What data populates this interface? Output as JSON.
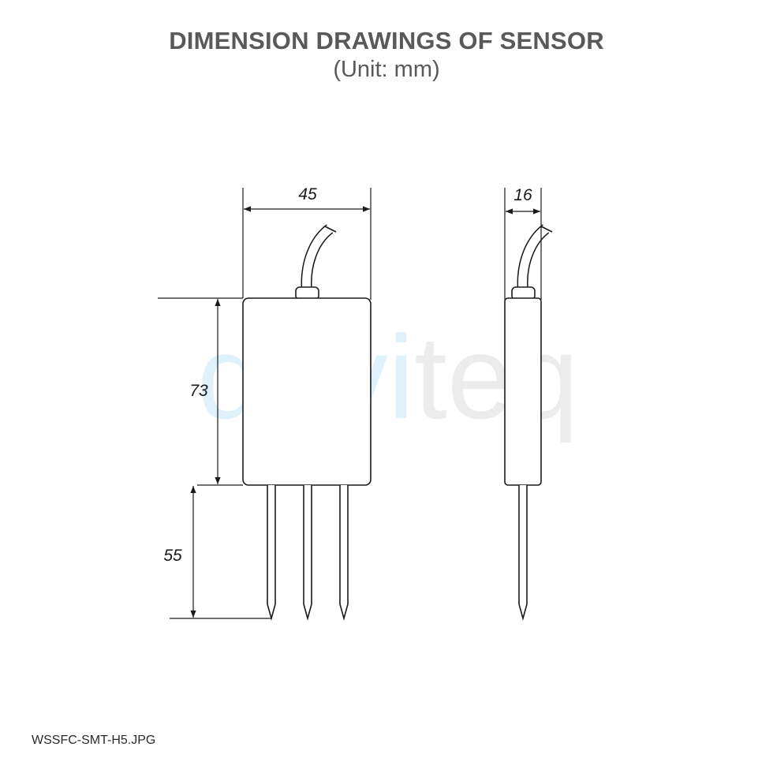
{
  "header": {
    "title": "DIMENSION DRAWINGS OF SENSOR",
    "subtitle": "(Unit: mm)"
  },
  "dimensions": {
    "width": "45",
    "thickness": "16",
    "body_height": "73",
    "probe_length": "55"
  },
  "watermark": {
    "part_a": "davi",
    "part_b": "teq"
  },
  "footer": {
    "filename": "WSSFC-SMT-H5.JPG"
  },
  "colors": {
    "title": "#595959",
    "line": "#1a1a1a",
    "watermark_blue": "#dff1fa",
    "watermark_grey": "#ececec"
  }
}
